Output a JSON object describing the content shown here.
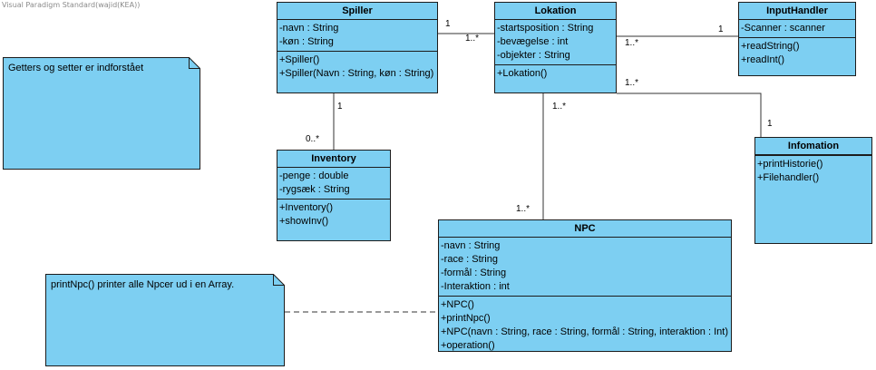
{
  "watermark": "Visual Paradigm Standard(wajid(KEA))",
  "classes": {
    "spiller": {
      "name": "Spiller",
      "attributes": [
        "-navn : String",
        "-køn : String"
      ],
      "operations": [
        "+Spiller()",
        "+Spiller(Navn : String, køn : String)"
      ]
    },
    "lokation": {
      "name": "Lokation",
      "attributes": [
        "-startsposition : String",
        "-bevægelse : int",
        "-objekter : String"
      ],
      "operations": [
        "+Lokation()"
      ]
    },
    "inputhandler": {
      "name": "InputHandler",
      "attributes": [
        "-Scanner : scanner"
      ],
      "operations": [
        "+readString()",
        "+readInt()"
      ]
    },
    "inventory": {
      "name": "Inventory",
      "attributes": [
        "-penge : double",
        "-rygsæk : String"
      ],
      "operations": [
        "+Inventory()",
        "+showInv()"
      ]
    },
    "infomation": {
      "name": "Infomation",
      "attributes": [],
      "operations": [
        "+printHistorie()",
        "+Filehandler()"
      ]
    },
    "npc": {
      "name": "NPC",
      "attributes": [
        "-navn : String",
        "-race : String",
        "-formål : String",
        "-Interaktion : int"
      ],
      "operations": [
        "+NPC()",
        "+printNpc()",
        "+NPC(navn : String, race : String, formål : String, interaktion : Int)",
        "+operation()"
      ]
    }
  },
  "notes": {
    "getters": "Getters og setter er indforstået",
    "printnpc": "printNpc() printer alle Npcer ud i en Array."
  },
  "multiplicities": {
    "spiller_lokation_at_spiller": "1",
    "spiller_lokation_at_lokation": "1..*",
    "lokation_input_at_lokation": "1..*",
    "lokation_input_at_input": "1",
    "lokation_info_at_lokation": "1..*",
    "lokation_info_at_info": "1",
    "spiller_inventory_at_spiller": "1",
    "spiller_inventory_at_inventory": "0..*",
    "lokation_npc_at_lokation": "1..*",
    "lokation_npc_at_npc": "1..*"
  },
  "colors": {
    "class_fill": "#7dcff2",
    "class_border": "#1c1c1c",
    "line": "#333333"
  }
}
